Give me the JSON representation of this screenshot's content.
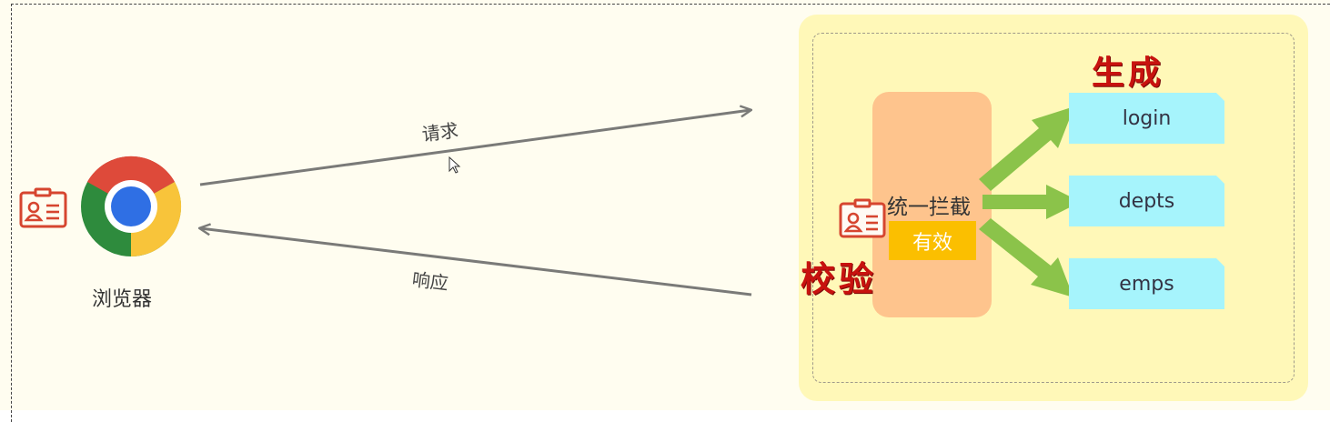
{
  "browser": {
    "label": "浏览器",
    "icon": "chrome-icon"
  },
  "request_arrow": {
    "label": "请求"
  },
  "response_arrow": {
    "label": "响应"
  },
  "server": {
    "interceptor": {
      "label": "统一拦截",
      "badge": "有效"
    },
    "endpoints": [
      {
        "label": "login"
      },
      {
        "label": "depts"
      },
      {
        "label": "emps"
      }
    ],
    "generate_label": "生成",
    "verify_label": "校验"
  },
  "colors": {
    "server_panel": "#fff8b8",
    "interceptor": "#fec48d",
    "badge": "#fbbf00",
    "endpoint": "#a6f4fc",
    "green_arrow": "#8bc34a",
    "red_text": "#c8120f",
    "id_card": "#d6452f"
  }
}
